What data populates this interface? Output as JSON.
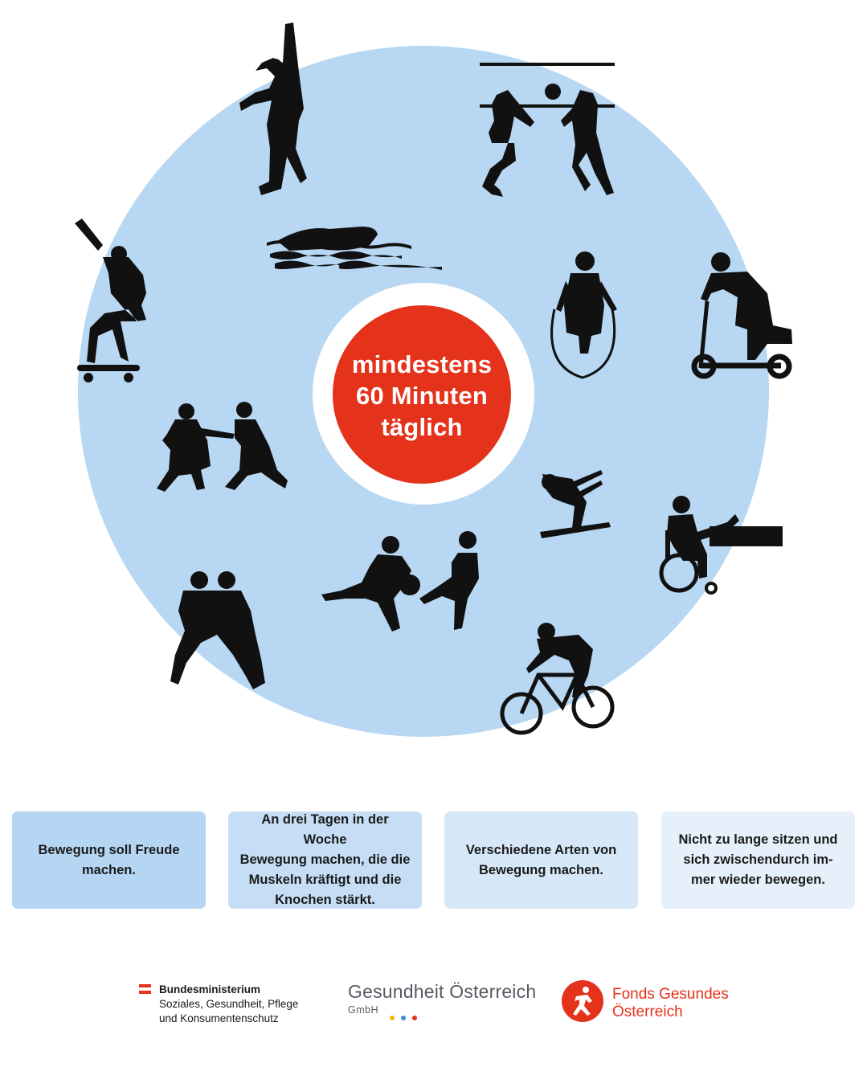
{
  "center": {
    "line1": "mindestens",
    "line2": "60 Minuten",
    "line3": "täglich"
  },
  "activity_icons": [
    "dancer-icon",
    "volleyball-icon",
    "swimmer-icon",
    "skateboarder-icon",
    "jump-rope-icon",
    "scooter-icon",
    "kids-playing-icon",
    "skier-icon",
    "wheelchair-table-tennis-icon",
    "soccer-icon",
    "wrestling-icon",
    "cyclist-icon"
  ],
  "tips": [
    {
      "lines": [
        "Bewegung soll Freude",
        "machen."
      ]
    },
    {
      "lines": [
        "An drei Tagen in der Woche",
        "Bewegung machen, die die",
        "Muskeln kräftigt und die",
        "Knochen stärkt."
      ]
    },
    {
      "lines": [
        "Verschiedene Arten von",
        "Bewegung machen."
      ]
    },
    {
      "lines": [
        "Nicht zu lange sitzen und",
        "sich zwischendurch im-",
        "mer wieder bewegen."
      ]
    }
  ],
  "logos": {
    "ministry": {
      "line1": "Bundesministerium",
      "line2": "Soziales, Gesundheit, Pflege",
      "line3": "und Konsumentenschutz"
    },
    "goeg": {
      "title": "Gesundheit Österreich",
      "sub": "GmbH"
    },
    "fgoe": {
      "line1": "Fonds Gesundes",
      "line2": "Österreich"
    }
  },
  "colors": {
    "ring": "#b7d7f2",
    "center_red": "#e4321b",
    "tip1": "#b5d6f3",
    "tip2": "#c5def5",
    "tip3": "#d6e8f8",
    "tip4": "#e6f0fa",
    "dot_yellow": "#f2b400",
    "dot_blue": "#3e8fd8",
    "dot_red": "#e4321b"
  }
}
